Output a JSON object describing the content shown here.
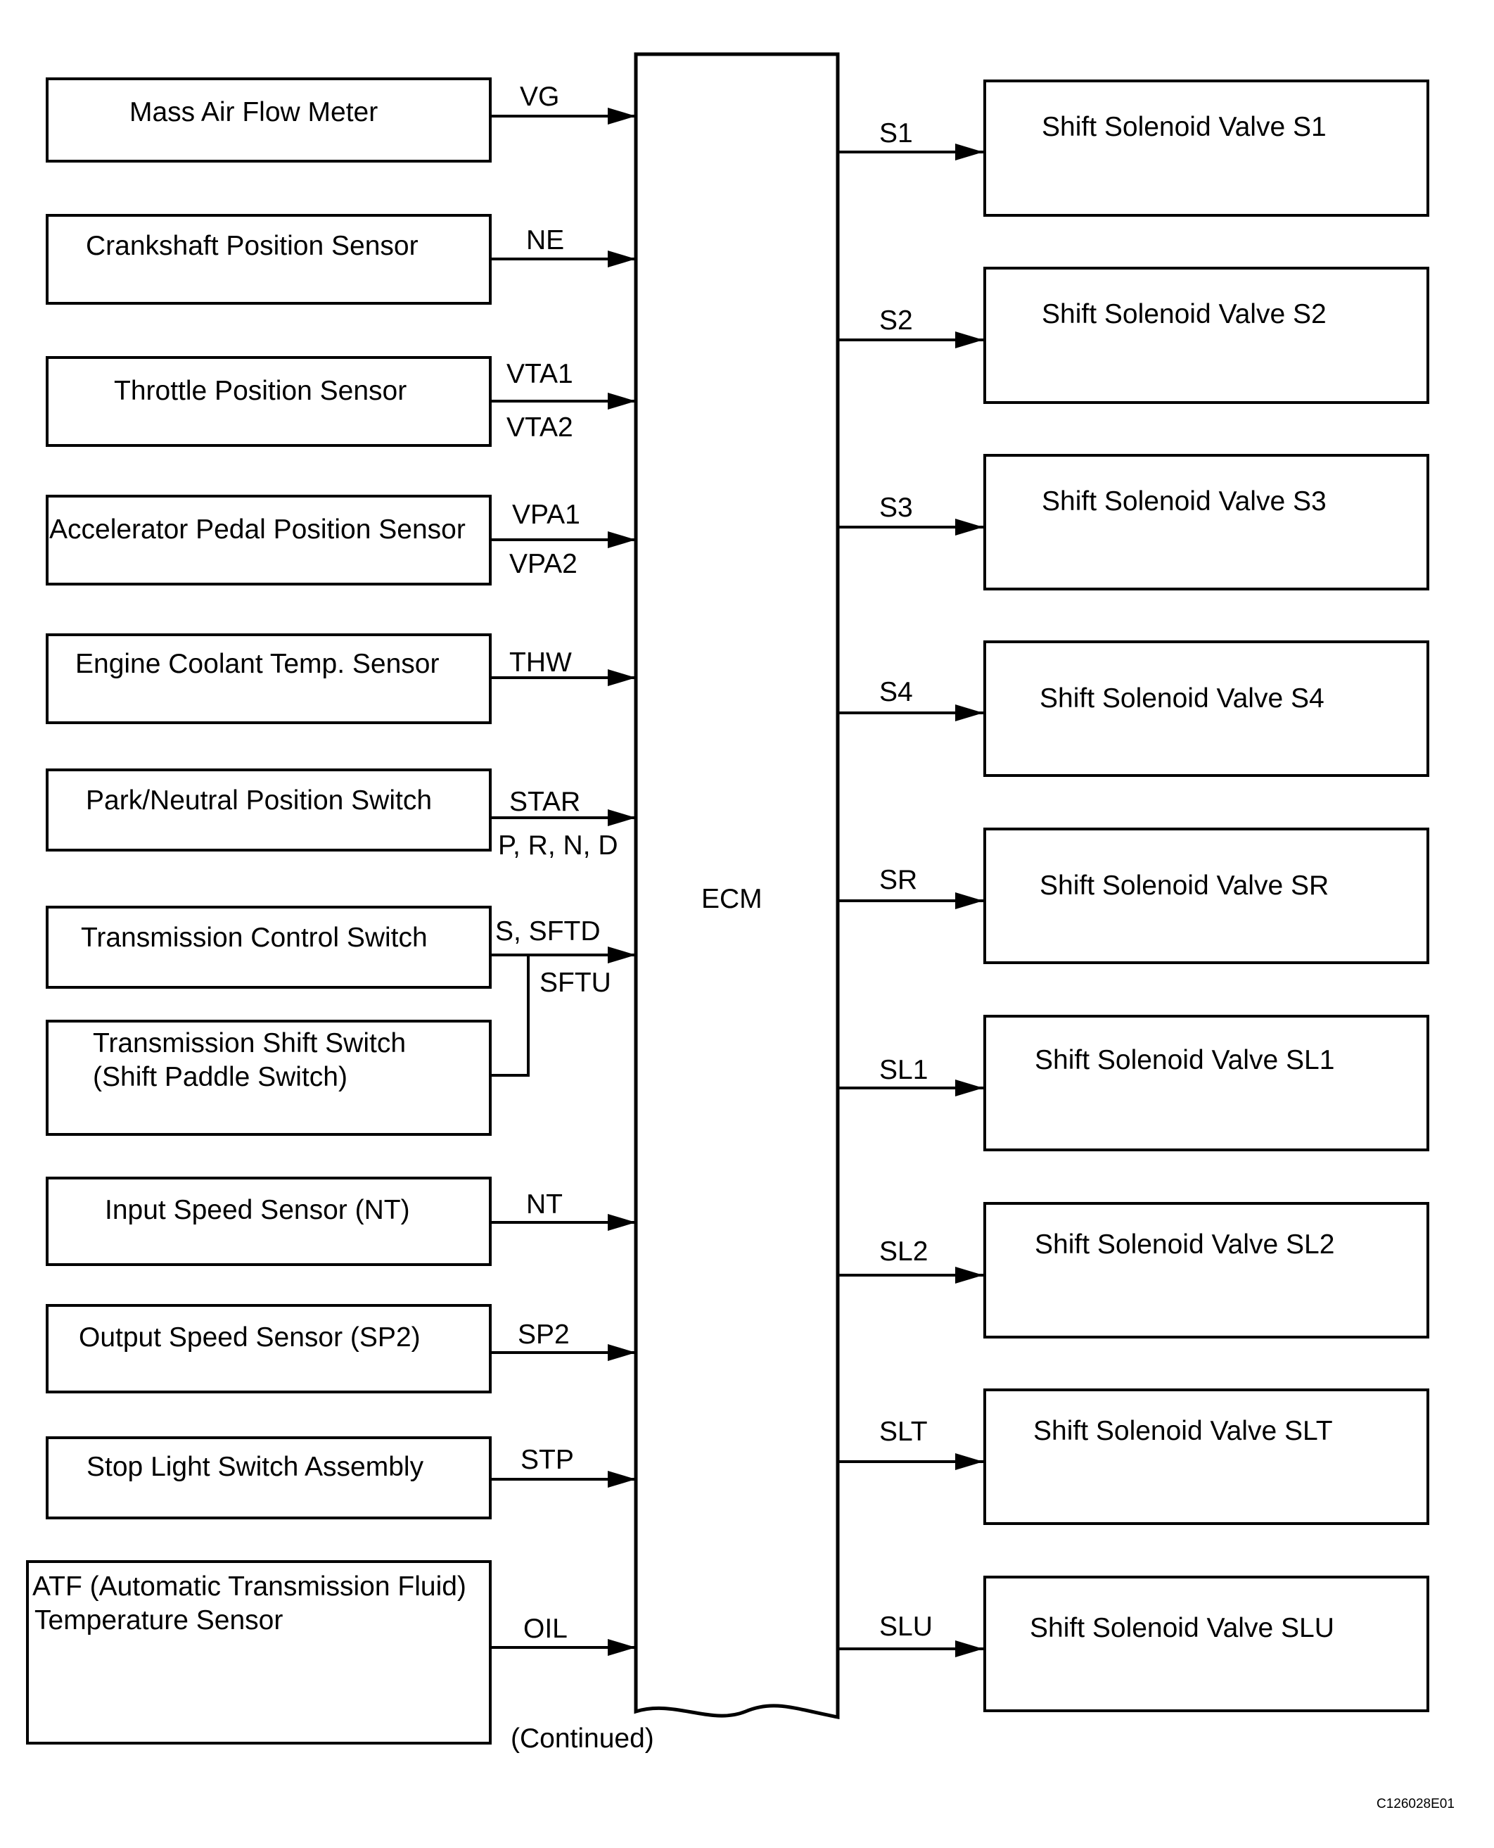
{
  "ecm": {
    "label": "ECM",
    "continued": "(Continued)"
  },
  "inputs": [
    {
      "label": "Mass Air Flow Meter",
      "signal": "VG"
    },
    {
      "label": "Crankshaft Position Sensor",
      "signal": "NE"
    },
    {
      "label": "Throttle Position Sensor",
      "signal": "VTA1",
      "signal2": "VTA2"
    },
    {
      "label": "Accelerator Pedal Position Sensor",
      "signal": "VPA1",
      "signal2": "VPA2"
    },
    {
      "label": "Engine Coolant Temp. Sensor",
      "signal": "THW"
    },
    {
      "label": "Park/Neutral Position Switch",
      "signal": "STAR",
      "signal2": "P, R, N, D"
    },
    {
      "label": "Transmission Control Switch",
      "signal": "S, SFTD"
    },
    {
      "label": "Transmission Shift Switch",
      "label2": "(Shift Paddle Switch)",
      "signal": "SFTU"
    },
    {
      "label": "Input Speed Sensor (NT)",
      "signal": "NT"
    },
    {
      "label": "Output Speed Sensor (SP2)",
      "signal": "SP2"
    },
    {
      "label": "Stop Light Switch Assembly",
      "signal": "STP"
    },
    {
      "label": "ATF (Automatic Transmission Fluid)",
      "label2": "Temperature Sensor",
      "signal": "OIL"
    }
  ],
  "outputs": [
    {
      "label": "Shift Solenoid Valve S1",
      "signal": "S1"
    },
    {
      "label": "Shift Solenoid Valve S2",
      "signal": "S2"
    },
    {
      "label": "Shift Solenoid Valve S3",
      "signal": "S3"
    },
    {
      "label": "Shift Solenoid Valve S4",
      "signal": "S4"
    },
    {
      "label": "Shift Solenoid Valve SR",
      "signal": "SR"
    },
    {
      "label": "Shift Solenoid Valve SL1",
      "signal": "SL1"
    },
    {
      "label": "Shift Solenoid Valve SL2",
      "signal": "SL2"
    },
    {
      "label": "Shift Solenoid Valve SLT",
      "signal": "SLT"
    },
    {
      "label": "Shift Solenoid Valve SLU",
      "signal": "SLU"
    }
  ],
  "figure_code": "C126028E01"
}
